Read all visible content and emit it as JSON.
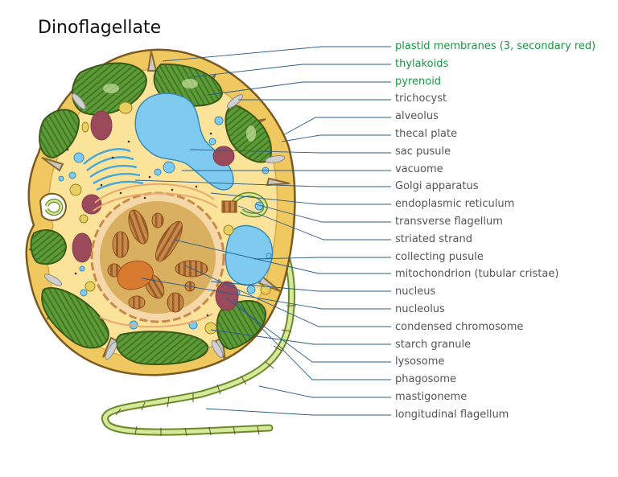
{
  "title": "Dinoflagellate",
  "colors": {
    "highlight_label": "#1a9641",
    "normal_label": "#555555",
    "leader_line": "#2b5c8a"
  },
  "labels": [
    {
      "text": "plastid membranes (3, secondary red)",
      "highlight": true
    },
    {
      "text": "thylakoids",
      "highlight": true
    },
    {
      "text": "pyrenoid",
      "highlight": true
    },
    {
      "text": "trichocyst",
      "highlight": false
    },
    {
      "text": "alveolus",
      "highlight": false
    },
    {
      "text": "thecal plate",
      "highlight": false
    },
    {
      "text": "sac pusule",
      "highlight": false
    },
    {
      "text": "vacuome",
      "highlight": false
    },
    {
      "text": "Golgi apparatus",
      "highlight": false
    },
    {
      "text": "endoplasmic reticulum",
      "highlight": false
    },
    {
      "text": "transverse flagellum",
      "highlight": false
    },
    {
      "text": "striated strand",
      "highlight": false
    },
    {
      "text": "collecting pusule",
      "highlight": false
    },
    {
      "text": "mitochondrion (tubular cristae)",
      "highlight": false
    },
    {
      "text": "nucleus",
      "highlight": false
    },
    {
      "text": "nucleolus",
      "highlight": false
    },
    {
      "text": "condensed chromosome",
      "highlight": false
    },
    {
      "text": "starch granule",
      "highlight": false
    },
    {
      "text": "lysosome",
      "highlight": false
    },
    {
      "text": "phagosome",
      "highlight": false
    },
    {
      "text": "mastigoneme",
      "highlight": false
    },
    {
      "text": "longitudinal flagellum",
      "highlight": false
    }
  ]
}
